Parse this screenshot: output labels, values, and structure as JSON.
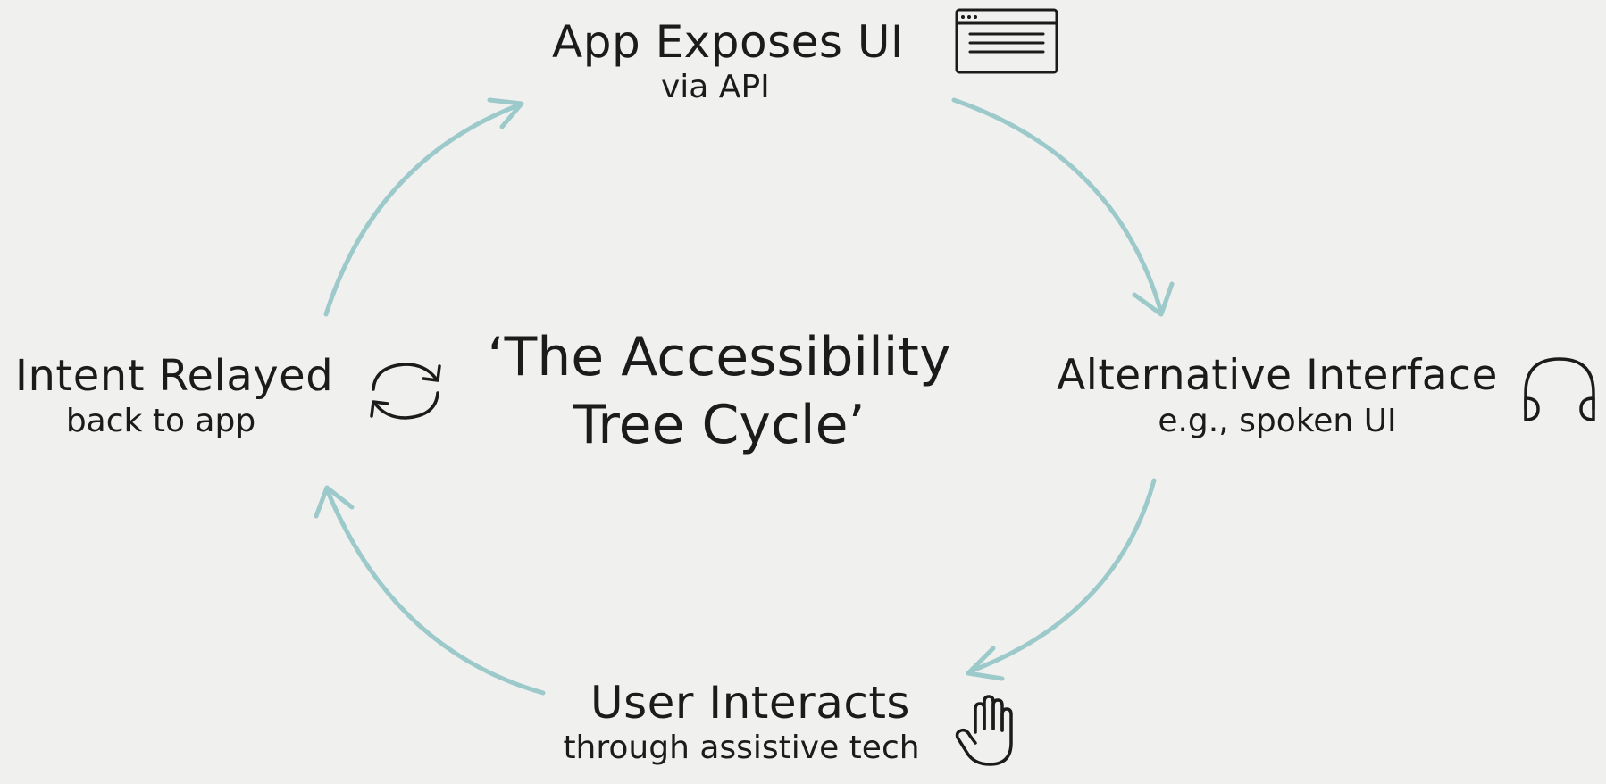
{
  "center": {
    "line1": "‘The Accessibility",
    "line2": "Tree Cycle’"
  },
  "nodes": {
    "top": {
      "title": "App Exposes UI",
      "subtitle": "via API",
      "icon": "browser-window-icon"
    },
    "right": {
      "title": "Alternative Interface",
      "subtitle": "e.g., spoken UI",
      "icon": "headphones-icon"
    },
    "bottom": {
      "title": "User Interacts",
      "subtitle": "through assistive tech",
      "icon": "hand-icon"
    },
    "left": {
      "title": "Intent Relayed",
      "subtitle": "back to app",
      "icon": "refresh-icon"
    }
  },
  "colors": {
    "background": "#f0f0ef",
    "arrow": "#9cc9c9",
    "ink": "#1b1b1b"
  }
}
